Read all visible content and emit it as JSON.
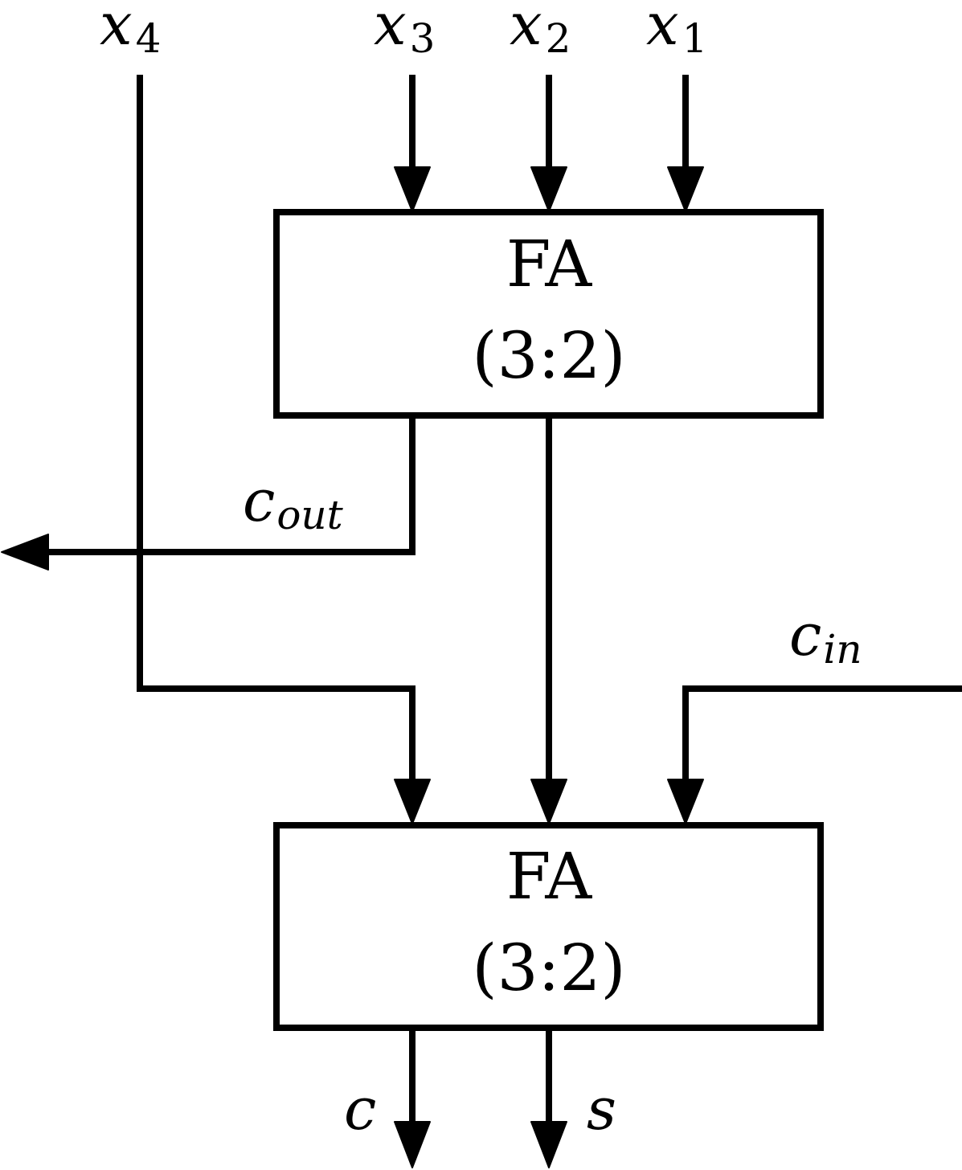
{
  "inputs": {
    "x4": {
      "var": "x",
      "sub": "4"
    },
    "x3": {
      "var": "x",
      "sub": "3"
    },
    "x2": {
      "var": "x",
      "sub": "2"
    },
    "x1": {
      "var": "x",
      "sub": "1"
    }
  },
  "carry_out": {
    "var": "c",
    "sub": "out"
  },
  "carry_in": {
    "var": "c",
    "sub": "in"
  },
  "top_adder": {
    "name": "FA",
    "ratio": "(3:2)"
  },
  "bottom_adder": {
    "name": "FA",
    "ratio": "(3:2)"
  },
  "outputs": {
    "carry": "c",
    "sum": "s"
  }
}
